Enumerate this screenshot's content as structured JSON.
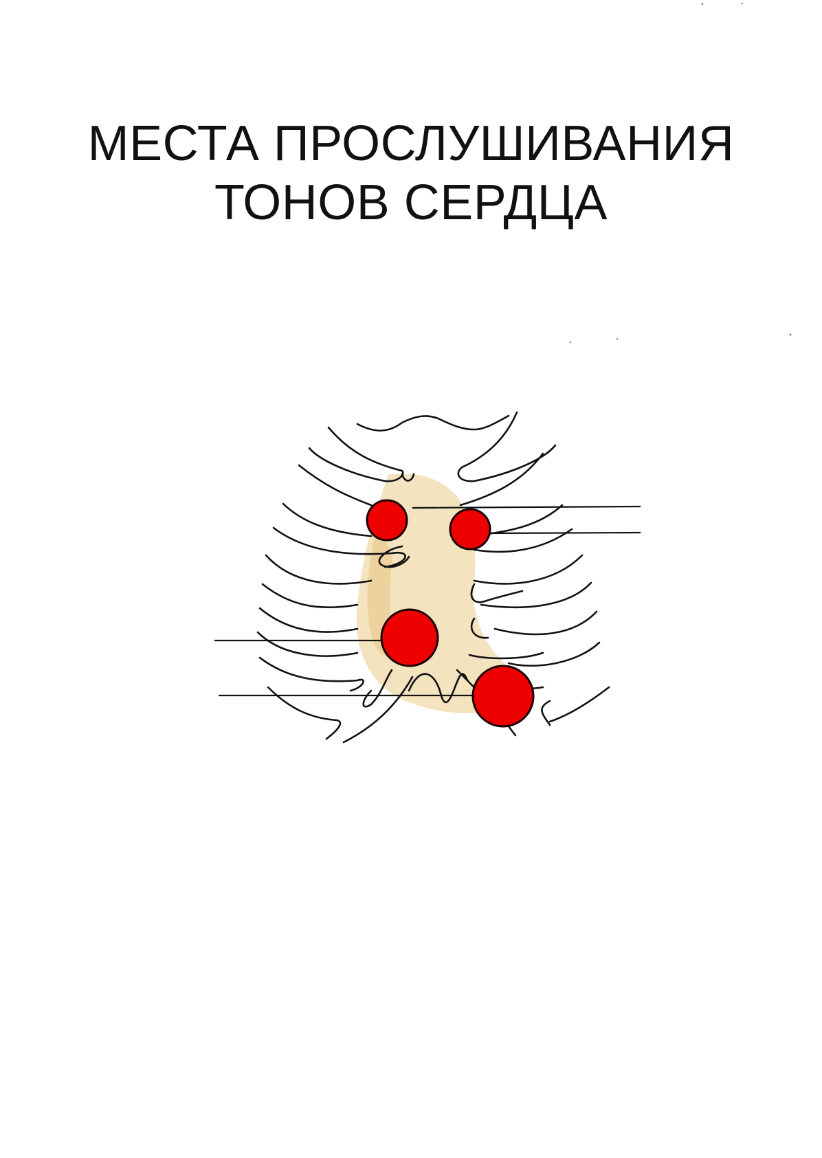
{
  "title": {
    "line1": "МЕСТА ПРОСЛУШИВАНИЯ",
    "line2": "ТОНОВ СЕРДЦА"
  },
  "colors": {
    "point": "#ee0000",
    "point_outline": "#1a0000",
    "rib_line": "#111111",
    "heart_tint": "#efd9a8",
    "background": "#ffffff"
  },
  "auscultation_points": [
    {
      "id": "aortic",
      "marker": "red-dot"
    },
    {
      "id": "pulmonary",
      "marker": "red-dot"
    },
    {
      "id": "tricuspid",
      "marker": "red-dot"
    },
    {
      "id": "mitral",
      "marker": "red-dot"
    }
  ]
}
